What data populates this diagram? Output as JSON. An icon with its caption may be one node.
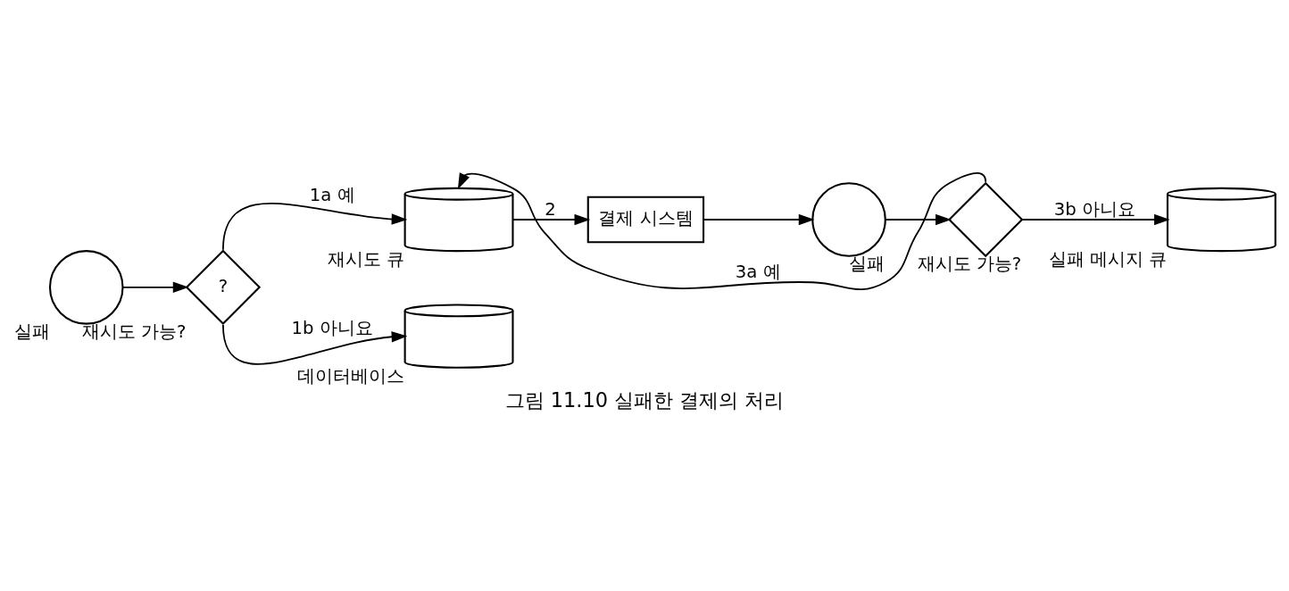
{
  "diagram": {
    "caption": "그림 11.10 실패한 결제의 처리",
    "nodes": [
      {
        "text": [],
        "shape": "circle",
        "beside": [
          "실패"
        ]
      },
      {
        "text": [
          "?"
        ],
        "beside": [
          "재시도 가능?"
        ]
      },
      {
        "text": [],
        "shape": "cylinder",
        "beside": [
          "재시도 큐"
        ]
      },
      {
        "text": [],
        "shape": "cylinder",
        "beside": [
          "데이터베이스"
        ]
      },
      {
        "text": [
          "결제 시스템"
        ]
      },
      {
        "text": [],
        "shape": "circle",
        "beside": [
          "실패"
        ]
      },
      {
        "text": [],
        "shape": "diamond",
        "beside": [
          "재시도 가능?"
        ]
      },
      {
        "text": [],
        "shape": "cylinder",
        "beside": [
          "실패 메시지 큐"
        ]
      }
    ],
    "edges": [
      {
        "from": 0,
        "to": 1,
        "arrow": "to"
      },
      {
        "from": 1,
        "to": 2,
        "arrow": "to",
        "label": "1a 예"
      },
      {
        "from": 1,
        "to": 3,
        "arrow": "to",
        "label": "1b 아니요"
      },
      {
        "from": 2,
        "to": 4,
        "arrow": "to",
        "label": "2"
      },
      {
        "from": 4,
        "to": 5,
        "arrow": "to"
      },
      {
        "from": 5,
        "to": 6,
        "arrow": "to"
      },
      {
        "from": 6,
        "to": 2,
        "arrow": "to",
        "label": "3a 예"
      },
      {
        "from": 6,
        "to": 7,
        "arrow": "to",
        "label": "3b 아니요"
      }
    ]
  }
}
